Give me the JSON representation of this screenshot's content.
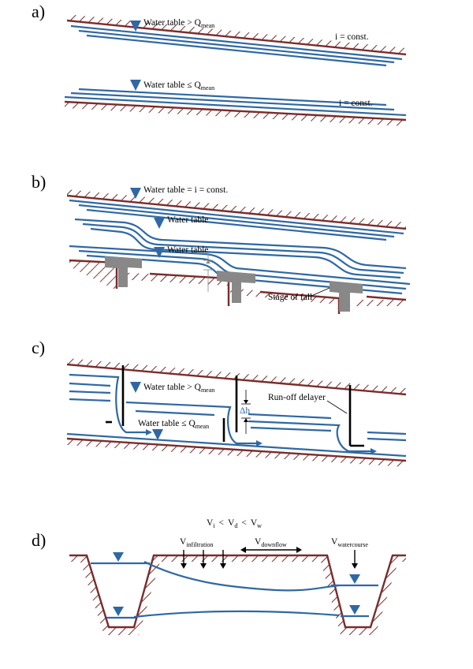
{
  "panels": {
    "a": {
      "label": "a)",
      "upper_text": "Water table > Q",
      "upper_sub": "mean",
      "lower_text": "Water table ≤ Q",
      "lower_sub": "mean",
      "slope_upper": "i = const.",
      "slope_lower": "i = const."
    },
    "b": {
      "label": "b)",
      "text_1": "Water table = i = const.",
      "text_2": "Water table",
      "text_3": "Water table",
      "stage_label": "Stage of fall"
    },
    "c": {
      "label": "c)",
      "upper_text": "Water table > Q",
      "upper_sub": "mean",
      "lower_text": "Water table ≤ Q",
      "lower_sub": "mean",
      "delta_h": "Δh",
      "delayer_label": "Run-off delayer"
    },
    "d": {
      "label": "d)",
      "eq": {
        "v1": "V",
        "s1": "i",
        "lt1": "<",
        "v2": "V",
        "s2": "d",
        "lt2": "<",
        "v3": "V",
        "s3": "w"
      },
      "v_infiltration": "V",
      "s_infiltration": "infiltration",
      "v_downflow": "V",
      "s_downflow": "downflow",
      "v_watercourse": "V",
      "s_watercourse": "watercourse"
    }
  },
  "colors": {
    "ground": "#7a2c2c",
    "water": "#2f68a3",
    "wall": "#888888"
  }
}
